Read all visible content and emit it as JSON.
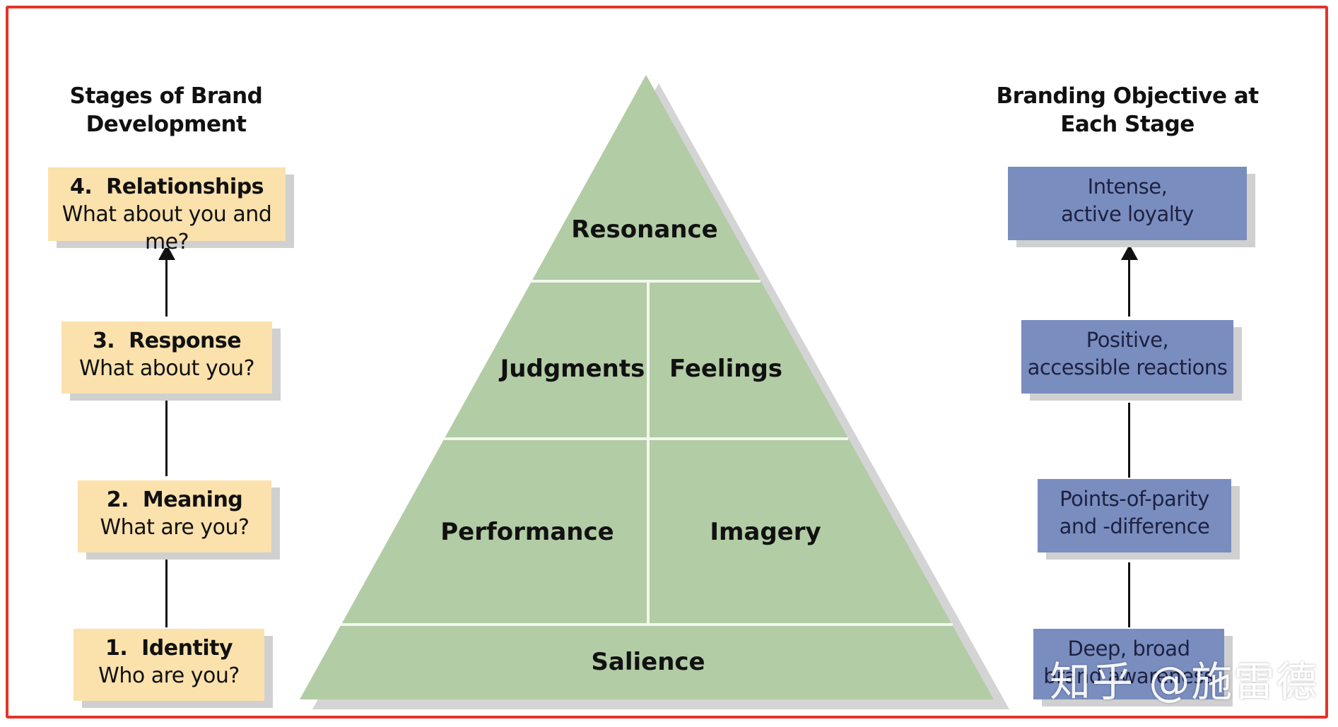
{
  "left_column": {
    "heading_line1": "Stages of Brand",
    "heading_line2": "Development",
    "stages": [
      {
        "title": "4.  Relationships",
        "question": "What about you and me?"
      },
      {
        "title": "3.  Response",
        "question": "What about you?"
      },
      {
        "title": "2.  Meaning",
        "question": "What are you?"
      },
      {
        "title": "1.  Identity",
        "question": "Who are you?"
      }
    ]
  },
  "right_column": {
    "heading_line1": "Branding Objective at",
    "heading_line2": "Each Stage",
    "objectives": [
      {
        "line1": "Intense,",
        "line2": "active loyalty"
      },
      {
        "line1": "Positive,",
        "line2": "accessible reactions"
      },
      {
        "line1": "Points-of-parity",
        "line2": "and -difference"
      },
      {
        "line1": "Deep, broad",
        "line2": "brand awareness"
      }
    ]
  },
  "pyramid": {
    "resonance": "Resonance",
    "judgments": "Judgments",
    "feelings": "Feelings",
    "performance": "Performance",
    "imagery": "Imagery",
    "salience": "Salience"
  },
  "watermark": "知乎 @施雷德",
  "colors": {
    "frame": "#e4342a",
    "stage_box": "#fbe1ac",
    "objective_box": "#7a8dbf",
    "pyramid_fill": "#b2cca5",
    "pyramid_lines": "#f2f7ee",
    "shadow": "#d0d0d0"
  }
}
